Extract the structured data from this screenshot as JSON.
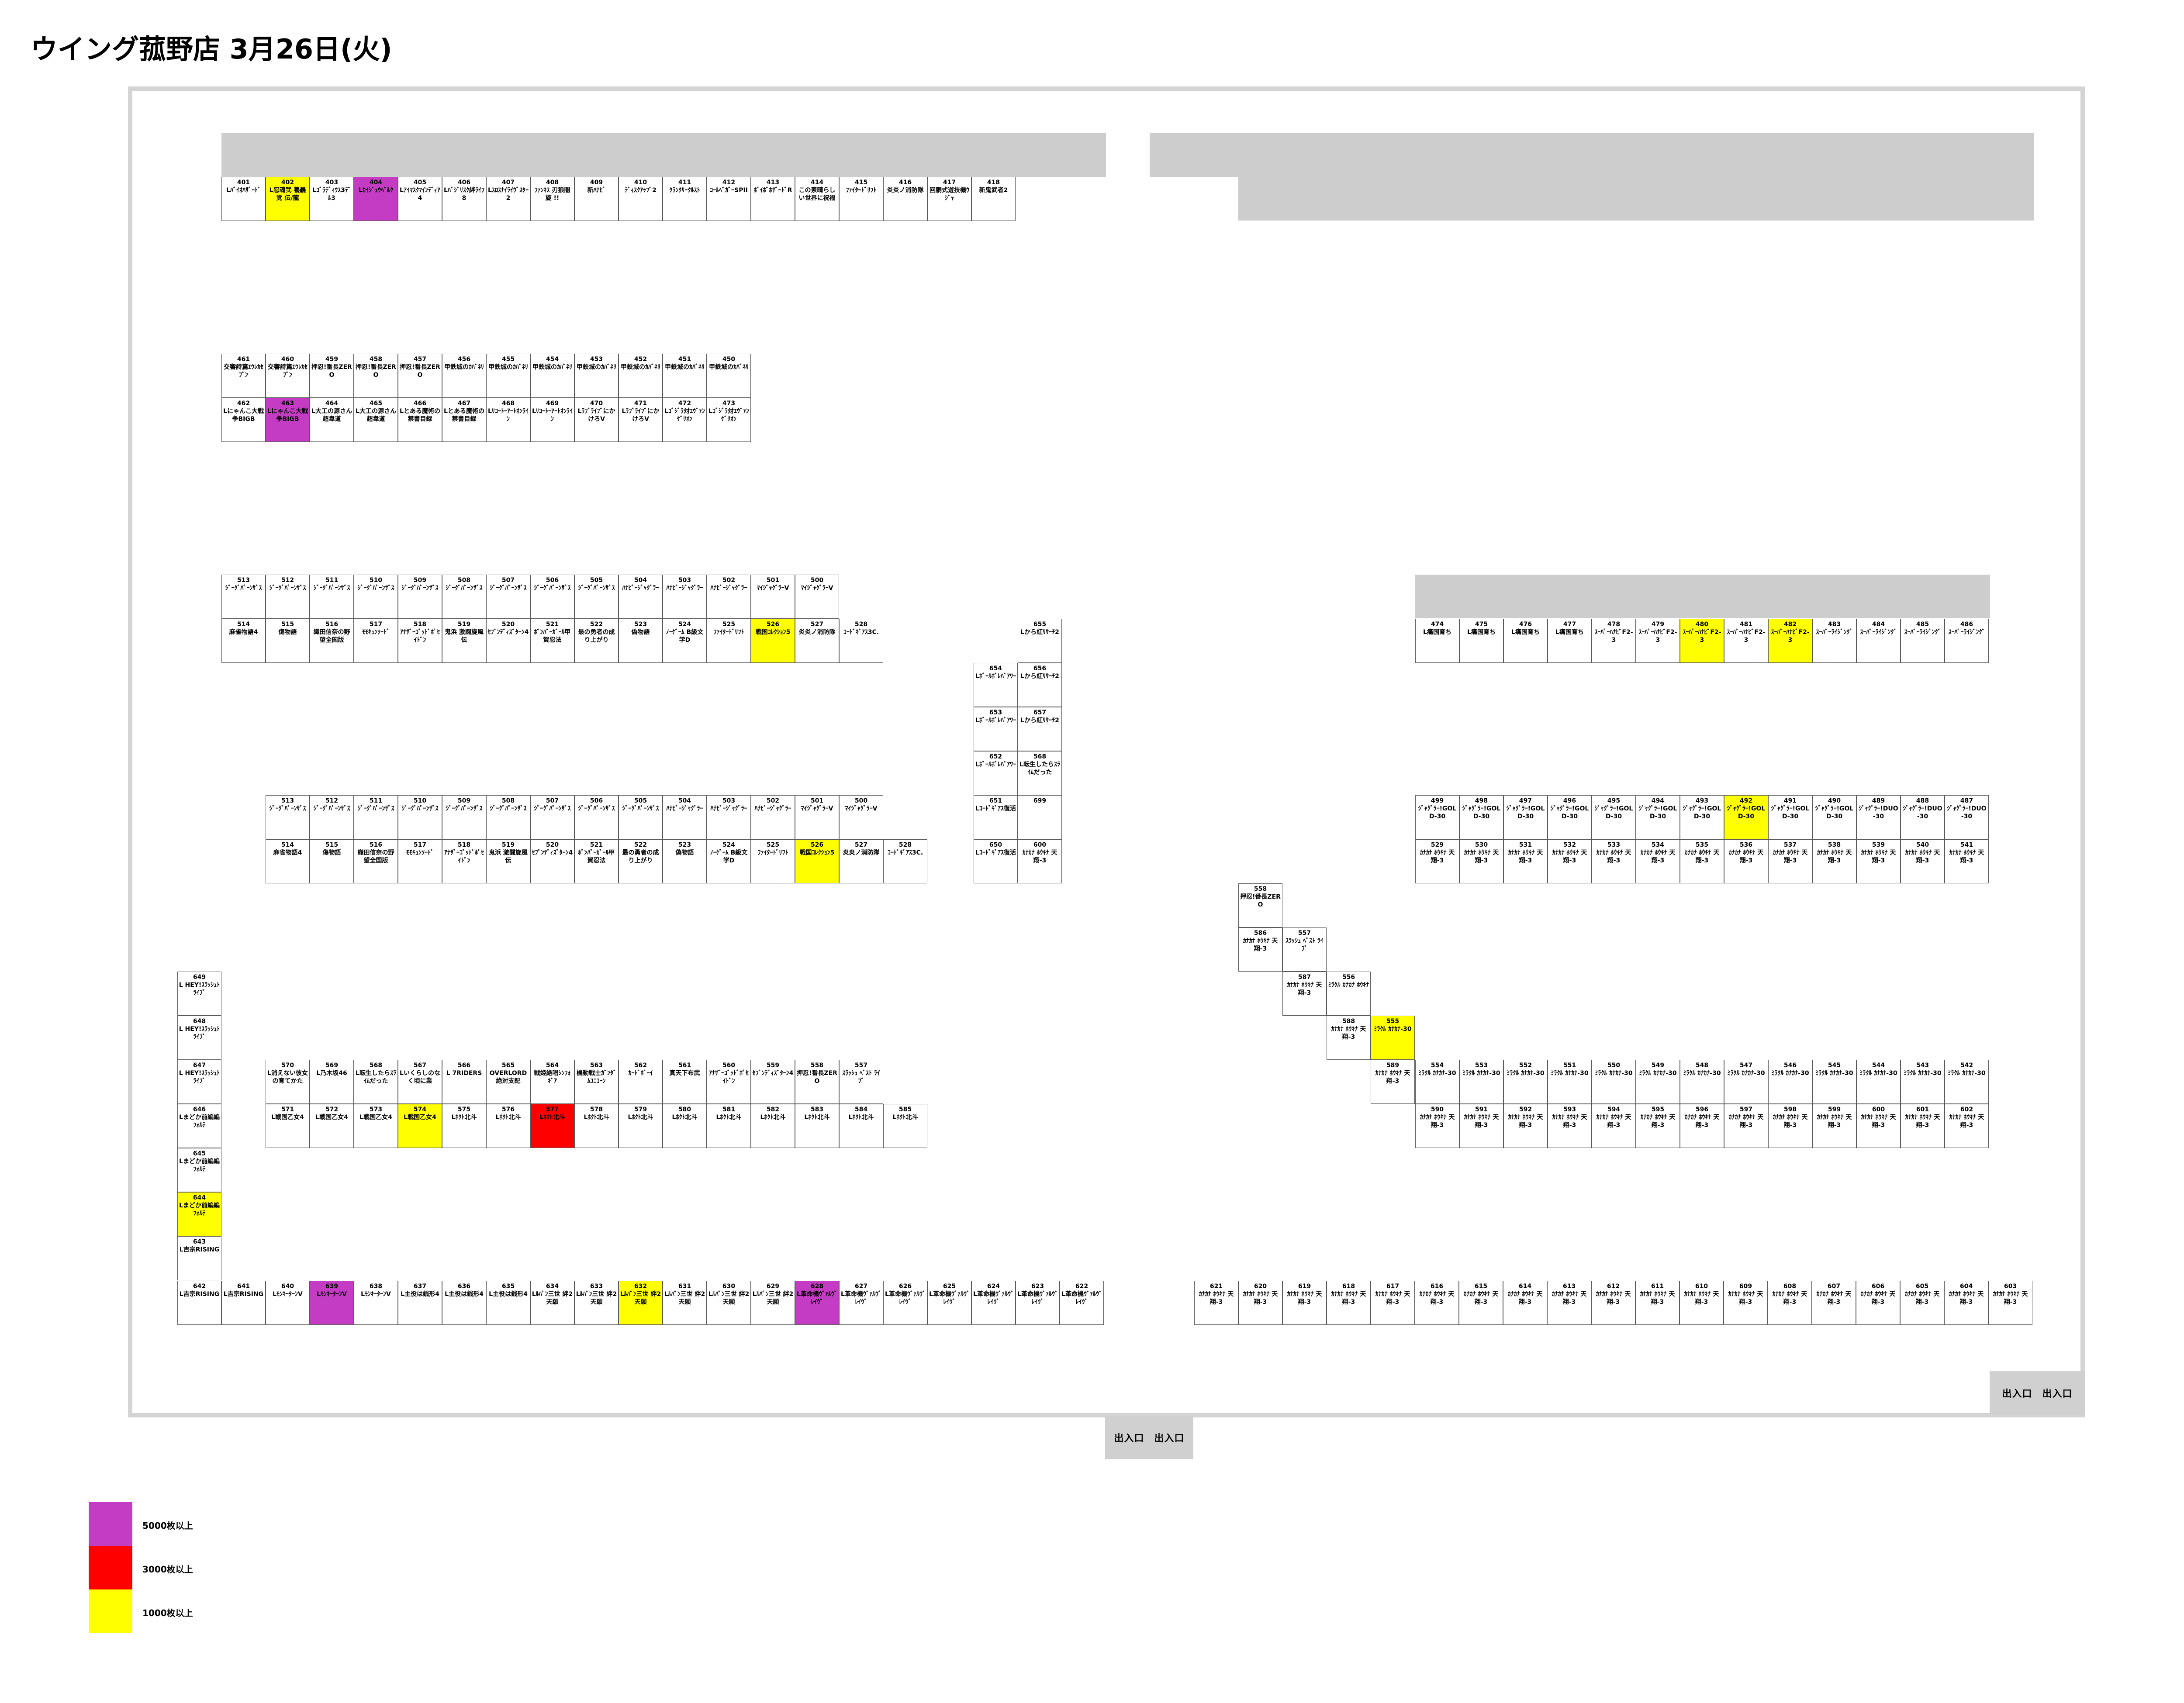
{
  "title": "ウイング菰野店 3月26日(火)",
  "legend": [
    {
      "label": "5000枚以上",
      "color": "#c43cc4"
    },
    {
      "label": "3000枚以上",
      "color": "#ff0000"
    },
    {
      "label": "1000枚以上",
      "color": "#ffff00"
    }
  ],
  "exits": [
    "出入口　出入口",
    "出入口　出入口"
  ],
  "cells": [
    {
      "n": "401",
      "t": "Lﾊﾞｲｵﾊｻﾞｰﾄﾞ"
    },
    {
      "n": "402",
      "t": "L忍魂弐 養義覚 伝/龍",
      "c": "y"
    },
    {
      "n": "403",
      "t": "Lｺﾞﾗﾃﾞｨｳｽ3ﾃﾞﾙ3"
    },
    {
      "n": "404",
      "t": "Lｶｲｼﾞｭｳﾍﾞﾙｸ",
      "c": "m"
    },
    {
      "n": "405",
      "t": "Lｱｲﾏｽｸﾏｲﾝﾃﾞｨｱ4"
    },
    {
      "n": "406",
      "t": "Lﾊﾞｼﾞﾘｽｸ絆ﾗｲﾌ8"
    },
    {
      "n": "407",
      "t": "Lｽﾛｽﾅｲﾗｲｳﾞｽﾀｰ2"
    },
    {
      "n": "408",
      "t": "ﾌｧﾝｷｽ 刃狼闇旋 !!"
    },
    {
      "n": "409",
      "t": "新ﾊﾅﾋﾞ"
    },
    {
      "n": "410",
      "t": "ﾃﾞｨｽｸｱｯﾌﾟ2"
    },
    {
      "n": "411",
      "t": "ｸﾗﾝｸﾘｰｸﾙｽﾄ"
    },
    {
      "n": "412",
      "t": "ｺｰﾙﾍﾞｶﾞｰSPII"
    },
    {
      "n": "413",
      "t": "ﾎﾞｲﾎﾞﾎｻﾞｰﾄﾞR"
    },
    {
      "n": "414",
      "t": "この素晴らしい世界に祝福"
    },
    {
      "n": "415",
      "t": "ﾌｧｲﾀｰﾄﾞﾘﾌﾄ"
    },
    {
      "n": "416",
      "t": "炎炎ノ消防隊"
    },
    {
      "n": "417",
      "t": "回胴式遊技機ｳｼﾞｬ"
    },
    {
      "n": "418",
      "t": "新鬼武者2"
    },
    {
      "n": "461",
      "t": "交響詩篇ｴｳﾚｶｾﾌﾞﾝ"
    },
    {
      "n": "460",
      "t": "交響詩篇ｴｳﾚｶｾﾌﾞﾝ"
    },
    {
      "n": "459",
      "t": "押忍!番長ZERO"
    },
    {
      "n": "458",
      "t": "押忍!番長ZERO"
    },
    {
      "n": "457",
      "t": "押忍!番長ZERO"
    },
    {
      "n": "456",
      "t": "甲鉄城のｶﾊﾞﾈﾘ"
    },
    {
      "n": "455",
      "t": "甲鉄城のｶﾊﾞﾈﾘ"
    },
    {
      "n": "454",
      "t": "甲鉄城のｶﾊﾞﾈﾘ"
    },
    {
      "n": "453",
      "t": "甲鉄城のｶﾊﾞﾈﾘ"
    },
    {
      "n": "452",
      "t": "甲鉄城のｶﾊﾞﾈﾘ"
    },
    {
      "n": "451",
      "t": "甲鉄城のｶﾊﾞﾈﾘ"
    },
    {
      "n": "450",
      "t": "甲鉄城のｶﾊﾞﾈﾘ"
    },
    {
      "n": "462",
      "t": "Lにゃんこ大戦争BIGB"
    },
    {
      "n": "463",
      "t": "Lにゃんこ大戦争BIGB",
      "c": "m"
    },
    {
      "n": "464",
      "t": "L大工の源さん超韋道"
    },
    {
      "n": "465",
      "t": "L大工の源さん超韋道"
    },
    {
      "n": "466",
      "t": "Lとある魔術の禁書目録"
    },
    {
      "n": "467",
      "t": "Lとある魔術の禁書目録"
    },
    {
      "n": "468",
      "t": "Lﾘｺｰﾄｰｱｰﾄｵﾝﾗｲﾝ"
    },
    {
      "n": "469",
      "t": "Lﾘｺｰﾄｰｱｰﾄｵﾝﾗｲﾝ"
    },
    {
      "n": "470",
      "t": "LﾗﾌﾞﾗｲﾌﾞにかけろV"
    },
    {
      "n": "471",
      "t": "LﾗﾌﾞﾗｲﾌﾞにかけろV"
    },
    {
      "n": "472",
      "t": "Lｺﾞｼﾞﾗ対ｴｳﾞｧﾝｹﾞﾘｵﾝ"
    },
    {
      "n": "473",
      "t": "Lｺﾞｼﾞﾗ対ｴｳﾞｧﾝｹﾞﾘｵﾝ"
    },
    {
      "n": "513",
      "t": "ｼﾞｰｸﾞﾊﾟｰﾝｻﾞｽ"
    },
    {
      "n": "512",
      "t": "ｼﾞｰｸﾞﾊﾟｰﾝｻﾞｽ"
    },
    {
      "n": "511",
      "t": "ｼﾞｰｸﾞﾊﾟｰﾝｻﾞｽ"
    },
    {
      "n": "510",
      "t": "ｼﾞｰｸﾞﾊﾟｰﾝｻﾞｽ"
    },
    {
      "n": "509",
      "t": "ｼﾞｰｸﾞﾊﾟｰﾝｻﾞｽ"
    },
    {
      "n": "508",
      "t": "ｼﾞｰｸﾞﾊﾟｰﾝｻﾞｽ"
    },
    {
      "n": "507",
      "t": "ｼﾞｰｸﾞﾊﾟｰﾝｻﾞｽ"
    },
    {
      "n": "506",
      "t": "ｼﾞｰｸﾞﾊﾟｰﾝｻﾞｽ"
    },
    {
      "n": "505",
      "t": "ｼﾞｰｸﾞﾊﾟｰﾝｻﾞｽ"
    },
    {
      "n": "504",
      "t": "ﾊﾅﾋﾞｰｼﾞｬｸﾞﾗｰ"
    },
    {
      "n": "503",
      "t": "ﾊﾅﾋﾞｰｼﾞｬｸﾞﾗｰ"
    },
    {
      "n": "502",
      "t": "ﾊﾅﾋﾞｰｼﾞｬｸﾞﾗｰ"
    },
    {
      "n": "501",
      "t": "ﾏｲｼﾞｬｸﾞﾗｰV"
    },
    {
      "n": "500",
      "t": "ﾏｲｼﾞｬｸﾞﾗｰV"
    },
    {
      "n": "514",
      "t": "麻雀物語4"
    },
    {
      "n": "515",
      "t": "傷物語"
    },
    {
      "n": "516",
      "t": "織田信奈の野望全国版"
    },
    {
      "n": "517",
      "t": "ﾓﾓｷｭﾝｿｰﾄﾞ"
    },
    {
      "n": "518",
      "t": "ｱﾅｻﾞｰｺﾞｯﾄﾞﾎﾟｾｲﾄﾞﾝ"
    },
    {
      "n": "519",
      "t": "鬼浜 激闘旋風伝"
    },
    {
      "n": "520",
      "t": "ｾﾌﾞﾝﾃﾞｨｽﾞﾀｰﾝ4"
    },
    {
      "n": "521",
      "t": "ﾎﾞﾝﾊﾞｰｶﾞｰﾙ甲賀忍法"
    },
    {
      "n": "522",
      "t": "最の勇者の成り上がり"
    },
    {
      "n": "523",
      "t": "偽物語"
    },
    {
      "n": "524",
      "t": "ﾉｰｹﾞｰﾑ B級文学D"
    },
    {
      "n": "525",
      "t": "ﾌｧｲﾀｰﾄﾞﾘﾌﾄ"
    },
    {
      "n": "526",
      "t": "戦国ｺﾚｸｼｮﾝ5",
      "c": "y"
    },
    {
      "n": "527",
      "t": "炎炎ノ消防隊"
    },
    {
      "n": "528",
      "t": "ｺｰﾄﾞｷﾞｱｽ3C."
    },
    {
      "n": "655",
      "t": "Lから紅ﾘｻｰﾁ2"
    },
    {
      "n": "654",
      "t": "Lﾎﾞｰﾙﾎﾞﾚﾊﾞｱﾜｰ"
    },
    {
      "n": "656",
      "t": "Lから紅ﾘｻｰﾁ2"
    },
    {
      "n": "653",
      "t": "Lﾎﾞｰﾙﾎﾞﾚﾊﾞｱﾜｰ"
    },
    {
      "n": "657",
      "t": "Lから紅ﾘｻｰﾁ2"
    },
    {
      "n": "652",
      "t": "Lﾎﾞｰﾙﾎﾞﾚﾊﾞｱﾜｰ"
    },
    {
      "n": "568",
      "t": "L転生したらｽﾗｲﾑだった"
    },
    {
      "n": "651",
      "t": "Lｺｰﾄﾞｷﾞｱｽ復活"
    },
    {
      "n": "699",
      "t": ""
    },
    {
      "n": "513",
      "t": "ｼﾞｰｸﾞﾊﾟｰﾝｻﾞｽ"
    },
    {
      "n": "512",
      "t": "ｼﾞｰｸﾞﾊﾟｰﾝｻﾞｽ"
    },
    {
      "n": "511",
      "t": "ｼﾞｰｸﾞﾊﾟｰﾝｻﾞｽ"
    },
    {
      "n": "510",
      "t": "ｼﾞｰｸﾞﾊﾟｰﾝｻﾞｽ"
    },
    {
      "n": "509",
      "t": "ｼﾞｰｸﾞﾊﾟｰﾝｻﾞｽ"
    },
    {
      "n": "508",
      "t": "ｼﾞｰｸﾞﾊﾟｰﾝｻﾞｽ"
    },
    {
      "n": "507",
      "t": "ｼﾞｰｸﾞﾊﾟｰﾝｻﾞｽ"
    },
    {
      "n": "506",
      "t": "ｼﾞｰｸﾞﾊﾟｰﾝｻﾞｽ"
    },
    {
      "n": "505",
      "t": "ｼﾞｰｸﾞﾊﾟｰﾝｻﾞｽ"
    },
    {
      "n": "504",
      "t": "ﾊﾅﾋﾞｰｼﾞｬｸﾞﾗｰ"
    },
    {
      "n": "503",
      "t": "ﾊﾅﾋﾞｰｼﾞｬｸﾞﾗｰ"
    },
    {
      "n": "502",
      "t": "ﾊﾅﾋﾞｰｼﾞｬｸﾞﾗｰ"
    },
    {
      "n": "501",
      "t": "ﾏｲｼﾞｬｸﾞﾗｰV"
    },
    {
      "n": "500",
      "t": "ﾏｲｼﾞｬｸﾞﾗｰV"
    },
    {
      "n": "514",
      "t": "麻雀物語4"
    },
    {
      "n": "515",
      "t": "傷物語"
    },
    {
      "n": "516",
      "t": "織田信奈の野望全国版"
    },
    {
      "n": "517",
      "t": "ﾓﾓｷｭﾝｿｰﾄﾞ"
    },
    {
      "n": "518",
      "t": "ｱﾅｻﾞｰｺﾞｯﾄﾞﾎﾟｾｲﾄﾞﾝ"
    },
    {
      "n": "519",
      "t": "鬼浜 激闘旋風伝"
    },
    {
      "n": "520",
      "t": "ｾﾌﾞﾝﾃﾞｨｽﾞﾀｰﾝ4"
    },
    {
      "n": "521",
      "t": "ﾎﾞﾝﾊﾞｰｶﾞｰﾙ甲賀忍法"
    },
    {
      "n": "522",
      "t": "最の勇者の成り上がり"
    },
    {
      "n": "523",
      "t": "偽物語"
    },
    {
      "n": "524",
      "t": "ﾉｰｹﾞｰﾑ B級文学D"
    },
    {
      "n": "525",
      "t": "ﾌｧｲﾀｰﾄﾞﾘﾌﾄ"
    },
    {
      "n": "526",
      "t": "戦国ｺﾚｸｼｮﾝ5",
      "c": "y"
    },
    {
      "n": "527",
      "t": "炎炎ノ消防隊"
    },
    {
      "n": "528",
      "t": "ｺｰﾄﾞｷﾞｱｽ3C."
    },
    {
      "n": "650",
      "t": "Lｺｰﾄﾞｷﾞｱｽ復活"
    },
    {
      "n": "600",
      "t": "ｶﾅｶﾅ ﾎｳｷﾅ 天翔-3"
    },
    {
      "n": "474",
      "t": "L痛国育ち"
    },
    {
      "n": "475",
      "t": "L痛国育ち"
    },
    {
      "n": "476",
      "t": "L痛国育ち"
    },
    {
      "n": "477",
      "t": "L痛国育ち"
    },
    {
      "n": "478",
      "t": "ｽｰﾊﾟｰﾊﾅﾋﾞF2-3"
    },
    {
      "n": "479",
      "t": "ｽｰﾊﾟｰﾊﾅﾋﾞF2-3"
    },
    {
      "n": "480",
      "t": "ｽｰﾊﾟｰﾊﾅﾋﾞF2-3",
      "c": "y"
    },
    {
      "n": "481",
      "t": "ｽｰﾊﾟｰﾊﾅﾋﾞF2-3"
    },
    {
      "n": "482",
      "t": "ｽｰﾊﾟｰﾊﾅﾋﾞF2-3",
      "c": "y"
    },
    {
      "n": "483",
      "t": "ｽｰﾊﾟｰﾗｲｼﾞﾝｸﾞ"
    },
    {
      "n": "484",
      "t": "ｽｰﾊﾟｰﾗｲｼﾞﾝｸﾞ"
    },
    {
      "n": "485",
      "t": "ｽｰﾊﾟｰﾗｲｼﾞﾝｸﾞ"
    },
    {
      "n": "486",
      "t": "ｽｰﾊﾟｰﾗｲｼﾞﾝｸﾞ"
    },
    {
      "n": "499",
      "t": "ｼﾞｬｸﾞﾗｰ!GOLD-30"
    },
    {
      "n": "498",
      "t": "ｼﾞｬｸﾞﾗｰ!GOLD-30"
    },
    {
      "n": "497",
      "t": "ｼﾞｬｸﾞﾗｰ!GOLD-30"
    },
    {
      "n": "496",
      "t": "ｼﾞｬｸﾞﾗｰ!GOLD-30"
    },
    {
      "n": "495",
      "t": "ｼﾞｬｸﾞﾗｰ!GOLD-30"
    },
    {
      "n": "494",
      "t": "ｼﾞｬｸﾞﾗｰ!GOLD-30"
    },
    {
      "n": "493",
      "t": "ｼﾞｬｸﾞﾗｰ!GOLD-30"
    },
    {
      "n": "492",
      "t": "ｼﾞｬｸﾞﾗｰ!GOLD-30",
      "c": "y"
    },
    {
      "n": "491",
      "t": "ｼﾞｬｸﾞﾗｰ!GOLD-30"
    },
    {
      "n": "490",
      "t": "ｼﾞｬｸﾞﾗｰ!GOLD-30"
    },
    {
      "n": "489",
      "t": "ｼﾞｬｸﾞﾗｰ!DUO-30"
    },
    {
      "n": "488",
      "t": "ｼﾞｬｸﾞﾗｰ!DUO-30"
    },
    {
      "n": "487",
      "t": "ｼﾞｬｸﾞﾗｰ!DUO-30"
    },
    {
      "n": "529",
      "t": "ｶﾅｶﾅ ﾎｳｷﾅ 天翔-3"
    },
    {
      "n": "530",
      "t": "ｶﾅｶﾅ ﾎｳｷﾅ 天翔-3"
    },
    {
      "n": "531",
      "t": "ｶﾅｶﾅ ﾎｳｷﾅ 天翔-3"
    },
    {
      "n": "532",
      "t": "ｶﾅｶﾅ ﾎｳｷﾅ 天翔-3"
    },
    {
      "n": "533",
      "t": "ｶﾅｶﾅ ﾎｳｷﾅ 天翔-3"
    },
    {
      "n": "534",
      "t": "ｶﾅｶﾅ ﾎｳｷﾅ 天翔-3"
    },
    {
      "n": "535",
      "t": "ｶﾅｶﾅ ﾎｳｷﾅ 天翔-3"
    },
    {
      "n": "536",
      "t": "ｶﾅｶﾅ ﾎｳｷﾅ 天翔-3"
    },
    {
      "n": "537",
      "t": "ｶﾅｶﾅ ﾎｳｷﾅ 天翔-3"
    },
    {
      "n": "538",
      "t": "ｶﾅｶﾅ ﾎｳｷﾅ 天翔-3"
    },
    {
      "n": "539",
      "t": "ｶﾅｶﾅ ﾎｳｷﾅ 天翔-3"
    },
    {
      "n": "540",
      "t": "ｶﾅｶﾅ ﾎｳｷﾅ 天翔-3"
    },
    {
      "n": "541",
      "t": "ｶﾅｶﾅ ﾎｳｷﾅ 天翔-3"
    },
    {
      "n": "558",
      "t": "押忍!番長ZERO"
    },
    {
      "n": "586",
      "t": "ｶﾅｶﾅ ﾎｳｷﾅ 天翔-3"
    },
    {
      "n": "557",
      "t": "ｽﾗｯｼｭ ﾍﾞｽﾄ ﾗｲﾌﾞ"
    },
    {
      "n": "587",
      "t": "ｶﾅｶﾅ ﾎｳｷﾅ 天翔-3"
    },
    {
      "n": "556",
      "t": "ﾐﾗｸﾙ ｶﾅｶﾅ ﾎｳｷﾅ"
    },
    {
      "n": "588",
      "t": "ｶﾅｶﾅ ﾎｳｷﾅ 天翔-3"
    },
    {
      "n": "555",
      "t": "ﾐﾗｸﾙ ｶﾅｶﾅ-30",
      "c": "y"
    },
    {
      "n": "589",
      "t": "ｶﾅｶﾅ ﾎｳｷﾅ 天翔-3"
    },
    {
      "n": "554",
      "t": "ﾐﾗｸﾙ ｶﾅｶﾅ-30"
    },
    {
      "n": "553",
      "t": "ﾐﾗｸﾙ ｶﾅｶﾅ-30"
    },
    {
      "n": "552",
      "t": "ﾐﾗｸﾙ ｶﾅｶﾅ-30"
    },
    {
      "n": "551",
      "t": "ﾐﾗｸﾙ ｶﾅｶﾅ-30"
    },
    {
      "n": "550",
      "t": "ﾐﾗｸﾙ ｶﾅｶﾅ-30"
    },
    {
      "n": "549",
      "t": "ﾐﾗｸﾙ ｶﾅｶﾅ-30"
    },
    {
      "n": "548",
      "t": "ﾐﾗｸﾙ ｶﾅｶﾅ-30"
    },
    {
      "n": "547",
      "t": "ﾐﾗｸﾙ ｶﾅｶﾅ-30"
    },
    {
      "n": "546",
      "t": "ﾐﾗｸﾙ ｶﾅｶﾅ-30"
    },
    {
      "n": "545",
      "t": "ﾐﾗｸﾙ ｶﾅｶﾅ-30"
    },
    {
      "n": "544",
      "t": "ﾐﾗｸﾙ ｶﾅｶﾅ-30"
    },
    {
      "n": "543",
      "t": "ﾐﾗｸﾙ ｶﾅｶﾅ-30"
    },
    {
      "n": "542",
      "t": "ﾐﾗｸﾙ ｶﾅｶﾅ-30"
    },
    {
      "n": "590",
      "t": "ｶﾅｶﾅ ﾎｳｷﾅ 天翔-3"
    },
    {
      "n": "591",
      "t": "ｶﾅｶﾅ ﾎｳｷﾅ 天翔-3"
    },
    {
      "n": "592",
      "t": "ｶﾅｶﾅ ﾎｳｷﾅ 天翔-3"
    },
    {
      "n": "593",
      "t": "ｶﾅｶﾅ ﾎｳｷﾅ 天翔-3"
    },
    {
      "n": "594",
      "t": "ｶﾅｶﾅ ﾎｳｷﾅ 天翔-3"
    },
    {
      "n": "595",
      "t": "ｶﾅｶﾅ ﾎｳｷﾅ 天翔-3"
    },
    {
      "n": "596",
      "t": "ｶﾅｶﾅ ﾎｳｷﾅ 天翔-3"
    },
    {
      "n": "597",
      "t": "ｶﾅｶﾅ ﾎｳｷﾅ 天翔-3"
    },
    {
      "n": "598",
      "t": "ｶﾅｶﾅ ﾎｳｷﾅ 天翔-3"
    },
    {
      "n": "599",
      "t": "ｶﾅｶﾅ ﾎｳｷﾅ 天翔-3"
    },
    {
      "n": "600",
      "t": "ｶﾅｶﾅ ﾎｳｷﾅ 天翔-3"
    },
    {
      "n": "601",
      "t": "ｶﾅｶﾅ ﾎｳｷﾅ 天翔-3"
    },
    {
      "n": "602",
      "t": "ｶﾅｶﾅ ﾎｳｷﾅ 天翔-3"
    },
    {
      "n": "649",
      "t": "L HEY!ｽﾗｯｼｭﾄﾗｲﾌﾞ"
    },
    {
      "n": "648",
      "t": "L HEY!ｽﾗｯｼｭﾄﾗｲﾌﾞ"
    },
    {
      "n": "647",
      "t": "L HEY!ｽﾗｯｼｭﾄﾗｲﾌﾞ"
    },
    {
      "n": "646",
      "t": "Lまどか前編編ﾌｫﾙﾃ"
    },
    {
      "n": "645",
      "t": "Lまどか前編編ﾌｫﾙﾃ"
    },
    {
      "n": "644",
      "t": "Lまどか前編編ﾌｫﾙﾃ",
      "c": "y"
    },
    {
      "n": "643",
      "t": "L吉宗RISING"
    },
    {
      "n": "570",
      "t": "L消えない彼女の育てかた"
    },
    {
      "n": "569",
      "t": "L乃木坂46"
    },
    {
      "n": "568",
      "t": "L転生したらｽﾗｲﾑだった"
    },
    {
      "n": "567",
      "t": "Lいくらしのなく頃に業"
    },
    {
      "n": "566",
      "t": "L 7RIDERS"
    },
    {
      "n": "565",
      "t": "OVERLORD絶対支配"
    },
    {
      "n": "564",
      "t": "戦姫絶唱ｼﾝﾌｫｷﾞｱ"
    },
    {
      "n": "563",
      "t": "機動戦士ｶﾞﾝﾀﾞﾑﾕﾆｺｰﾝ"
    },
    {
      "n": "562",
      "t": "ｶｰﾄﾞﾎﾞｰｲ"
    },
    {
      "n": "561",
      "t": "真天下布武"
    },
    {
      "n": "560",
      "t": "ｱﾅｻﾞｰｺﾞｯﾄﾞﾎﾟｾｲﾄﾞﾝ"
    },
    {
      "n": "559",
      "t": "ｾﾌﾞﾝﾃﾞｨｽﾞﾀｰﾝ4"
    },
    {
      "n": "558",
      "t": "押忍!番長ZERO"
    },
    {
      "n": "557",
      "t": "ｽﾗｯｼｭ ﾍﾞｽﾄ ﾗｲﾌﾞ"
    },
    {
      "n": "571",
      "t": "L戦国乙女4"
    },
    {
      "n": "572",
      "t": "L戦国乙女4"
    },
    {
      "n": "573",
      "t": "L戦国乙女4"
    },
    {
      "n": "574",
      "t": "L戦国乙女4",
      "c": "y"
    },
    {
      "n": "575",
      "t": "Lﾎｸﾄ北斗"
    },
    {
      "n": "576",
      "t": "Lﾎｸﾄ北斗"
    },
    {
      "n": "577",
      "t": "Lﾎｸﾄ北斗",
      "c": "r"
    },
    {
      "n": "578",
      "t": "Lﾎｸﾄ北斗"
    },
    {
      "n": "579",
      "t": "Lﾎｸﾄ北斗"
    },
    {
      "n": "580",
      "t": "Lﾎｸﾄ北斗"
    },
    {
      "n": "581",
      "t": "Lﾎｸﾄ北斗"
    },
    {
      "n": "582",
      "t": "Lﾎｸﾄ北斗"
    },
    {
      "n": "583",
      "t": "Lﾎｸﾄ北斗"
    },
    {
      "n": "584",
      "t": "Lﾎｸﾄ北斗"
    },
    {
      "n": "585",
      "t": "Lﾎｸﾄ北斗"
    },
    {
      "n": "642",
      "t": "L吉宗RISING"
    },
    {
      "n": "641",
      "t": "L吉宗RISING"
    },
    {
      "n": "640",
      "t": "LﾓﾝｷｰﾀｰﾝV"
    },
    {
      "n": "639",
      "t": "LﾓﾝｷｰﾀｰﾝV",
      "c": "m"
    },
    {
      "n": "638",
      "t": "LﾓﾝｷｰﾀｰﾝV"
    },
    {
      "n": "637",
      "t": "L主役は銭形4"
    },
    {
      "n": "636",
      "t": "L主役は銭形4"
    },
    {
      "n": "635",
      "t": "L主役は銭形4"
    },
    {
      "n": "634",
      "t": "Lﾙﾊﾟﾝ三世 絆2天願"
    },
    {
      "n": "633",
      "t": "Lﾙﾊﾟﾝ三世 絆2天願"
    },
    {
      "n": "632",
      "t": "Lﾙﾊﾟﾝ三世 絆2天願",
      "c": "y"
    },
    {
      "n": "631",
      "t": "Lﾙﾊﾟﾝ三世 絆2天願"
    },
    {
      "n": "630",
      "t": "Lﾙﾊﾟﾝ三世 絆2天願"
    },
    {
      "n": "629",
      "t": "Lﾙﾊﾟﾝ三世 絆2天願"
    },
    {
      "n": "628",
      "t": "L革命機ｳﾞｧﾙｳﾞﾚｲｳﾞ",
      "c": "m"
    },
    {
      "n": "627",
      "t": "L革命機ｳﾞｧﾙｳﾞﾚｲｳﾞ"
    },
    {
      "n": "626",
      "t": "L革命機ｳﾞｧﾙｳﾞﾚｲｳﾞ"
    },
    {
      "n": "625",
      "t": "L革命機ｳﾞｧﾙｳﾞﾚｲｳﾞ"
    },
    {
      "n": "624",
      "t": "L革命機ｳﾞｧﾙｳﾞﾚｲｳﾞ"
    },
    {
      "n": "623",
      "t": "L革命機ｳﾞｧﾙｳﾞﾚｲｳﾞ"
    },
    {
      "n": "622",
      "t": "L革命機ｳﾞｧﾙｳﾞﾚｲｳﾞ"
    },
    {
      "n": "621",
      "t": "ｶﾅｶﾅ ﾎｳｷﾅ 天翔-3"
    },
    {
      "n": "620",
      "t": "ｶﾅｶﾅ ﾎｳｷﾅ 天翔-3"
    },
    {
      "n": "619",
      "t": "ｶﾅｶﾅ ﾎｳｷﾅ 天翔-3"
    },
    {
      "n": "618",
      "t": "ｶﾅｶﾅ ﾎｳｷﾅ 天翔-3"
    },
    {
      "n": "617",
      "t": "ｶﾅｶﾅ ﾎｳｷﾅ 天翔-3"
    },
    {
      "n": "616",
      "t": "ｶﾅｶﾅ ﾎｳｷﾅ 天翔-3"
    },
    {
      "n": "615",
      "t": "ｶﾅｶﾅ ﾎｳｷﾅ 天翔-3"
    },
    {
      "n": "614",
      "t": "ｶﾅｶﾅ ﾎｳｷﾅ 天翔-3"
    },
    {
      "n": "613",
      "t": "ｶﾅｶﾅ ﾎｳｷﾅ 天翔-3"
    },
    {
      "n": "612",
      "t": "ｶﾅｶﾅ ﾎｳｷﾅ 天翔-3"
    },
    {
      "n": "611",
      "t": "ｶﾅｶﾅ ﾎｳｷﾅ 天翔-3"
    },
    {
      "n": "610",
      "t": "ｶﾅｶﾅ ﾎｳｷﾅ 天翔-3"
    },
    {
      "n": "609",
      "t": "ｶﾅｶﾅ ﾎｳｷﾅ 天翔-3"
    },
    {
      "n": "608",
      "t": "ｶﾅｶﾅ ﾎｳｷﾅ 天翔-3"
    },
    {
      "n": "607",
      "t": "ｶﾅｶﾅ ﾎｳｷﾅ 天翔-3"
    },
    {
      "n": "606",
      "t": "ｶﾅｶﾅ ﾎｳｷﾅ 天翔-3"
    },
    {
      "n": "605",
      "t": "ｶﾅｶﾅ ﾎｳｷﾅ 天翔-3"
    },
    {
      "n": "604",
      "t": "ｶﾅｶﾅ ﾎｳｷﾅ 天翔-3"
    },
    {
      "n": "603",
      "t": "ｶﾅｶﾅ ﾎｳｷﾅ 天翔-3"
    }
  ]
}
